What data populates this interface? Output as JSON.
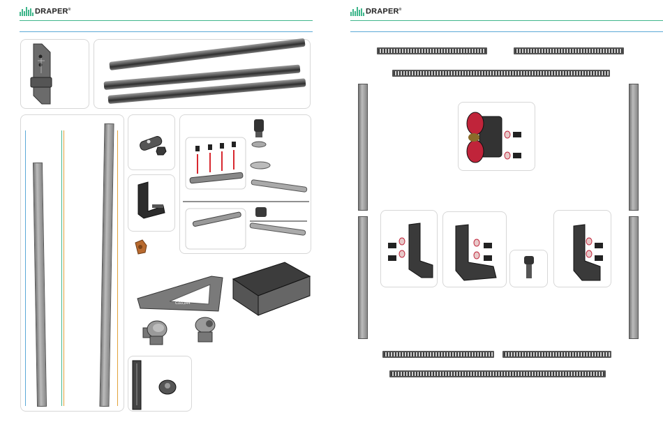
{
  "brand": {
    "name": "DRAPER",
    "trademark": "®",
    "accent_color": "#3fb68b",
    "rule_colors": [
      "#3fb68b",
      "#5aa9d6"
    ]
  },
  "pages": [
    {
      "panels": [
        {
          "name": "wall-bracket-panel",
          "icon": "wall-bracket-icon"
        },
        {
          "name": "rods-panel",
          "icon": "rods-icon"
        },
        {
          "name": "vertical-rails-panel",
          "icon": "vertical-rail-icon",
          "line_colors": [
            "#5aa9d6",
            "#3fb68b",
            "#e2a23a",
            "#e2a23a"
          ]
        },
        {
          "name": "slider-nut-panel",
          "icon": "slider-nut-icon"
        },
        {
          "name": "corner-bracket-panel",
          "icon": "corner-bracket-icon"
        },
        {
          "name": "hardware-panel",
          "icon": "bolt-washer-icon"
        },
        {
          "name": "end-clip-panel",
          "icon": "end-clip-icon"
        }
      ],
      "loose_parts": [
        {
          "name": "spacer-icon"
        },
        {
          "name": "gusset-plate-icon",
          "label": "CJ22,844"
        },
        {
          "name": "control-box-icon"
        },
        {
          "name": "knob-icon"
        },
        {
          "name": "knob-icon-2"
        }
      ]
    },
    {
      "panels": [
        {
          "name": "roller-bracket-panel",
          "icon": "roller-bracket-icon"
        },
        {
          "name": "left-bracket-panel",
          "icon": "angle-bracket-icon"
        },
        {
          "name": "center-bracket-panel",
          "icon": "angle-bracket-icon"
        },
        {
          "name": "screw-panel",
          "icon": "screw-icon"
        },
        {
          "name": "right-bracket-panel",
          "icon": "angle-bracket-icon"
        }
      ]
    }
  ]
}
